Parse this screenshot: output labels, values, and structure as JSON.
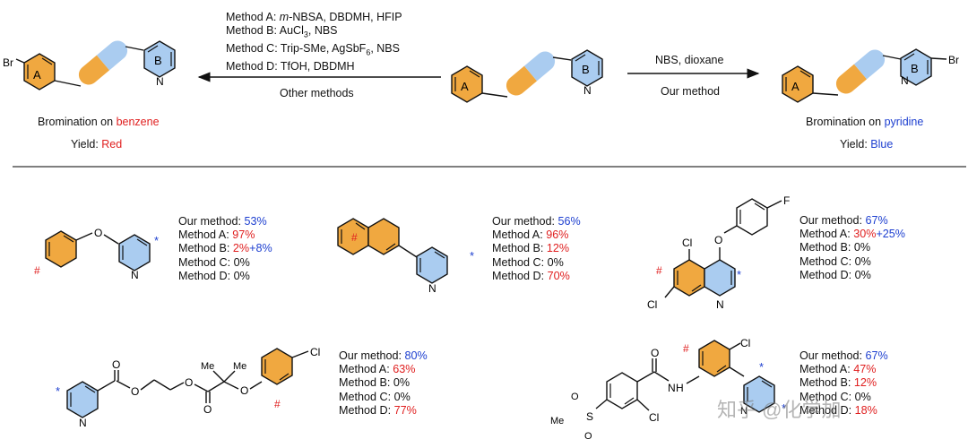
{
  "scheme": {
    "left_conditions": [
      {
        "prefix": "Method A: ",
        "italic": "m",
        "rest": "-NBSA, DBDMH, HFIP"
      },
      {
        "prefix": "Method B: AuCl",
        "sub": "3",
        "rest": ", NBS"
      },
      {
        "prefix": "Method C: Trip-SMe, AgSbF",
        "sub": "6",
        "rest": ", NBS"
      },
      {
        "prefix": "Method D: TfOH, DBDMH"
      }
    ],
    "left_arrow_label": "Other methods",
    "right_arrow_top": "NBS, dioxane",
    "right_arrow_bottom": "Our method",
    "left_caption_prefix": "Bromination on ",
    "left_caption_highlight": "benzene",
    "left_yield_prefix": "Yield: ",
    "left_yield_highlight": "Red",
    "right_caption_prefix": "Bromination on ",
    "right_caption_highlight": "pyridine",
    "right_yield_prefix": "Yield: ",
    "right_yield_highlight": "Blue",
    "ring_a": "A",
    "ring_b": "B",
    "br": "Br",
    "n": "N"
  },
  "colors": {
    "orange": "#f0a840",
    "blue_light": "#aaccf0",
    "red": "#e02020",
    "blue": "#1d3fd0"
  },
  "atoms": {
    "O": "O",
    "N": "N",
    "Cl": "Cl",
    "F": "F",
    "S": "S",
    "H": "H",
    "Me": "Me",
    "hash": "#",
    "star": "*"
  },
  "results": [
    {
      "lines": [
        {
          "label": "Our method: ",
          "value": "53%",
          "color": "blue"
        },
        {
          "label": "Method A: ",
          "value": "97%",
          "color": "red"
        },
        {
          "label": "Method B: ",
          "value": "2%",
          "color": "red",
          "extra": "+8%",
          "extra_color": "blue"
        },
        {
          "label": "Method C: ",
          "value": "0%",
          "color": "none"
        },
        {
          "label": "Method D: ",
          "value": "0%",
          "color": "none"
        }
      ]
    },
    {
      "lines": [
        {
          "label": "Our method: ",
          "value": "56%",
          "color": "blue"
        },
        {
          "label": "Method A: ",
          "value": "96%",
          "color": "red"
        },
        {
          "label": "Method B: ",
          "value": "12%",
          "color": "red"
        },
        {
          "label": "Method C: ",
          "value": "0%",
          "color": "none"
        },
        {
          "label": "Method D: ",
          "value": "70%",
          "color": "red"
        }
      ]
    },
    {
      "lines": [
        {
          "label": "Our method: ",
          "value": "67%",
          "color": "blue"
        },
        {
          "label": "Method A: ",
          "value": "30%",
          "color": "red",
          "extra": "+25%",
          "extra_color": "blue"
        },
        {
          "label": "Method B: ",
          "value": "0%",
          "color": "none"
        },
        {
          "label": "Method C: ",
          "value": "0%",
          "color": "none"
        },
        {
          "label": "Method D: ",
          "value": "0%",
          "color": "none"
        }
      ]
    },
    {
      "lines": [
        {
          "label": "Our method: ",
          "value": "80%",
          "color": "blue"
        },
        {
          "label": "Method A: ",
          "value": "63%",
          "color": "red"
        },
        {
          "label": "Method B: ",
          "value": "0%",
          "color": "none"
        },
        {
          "label": "Method C: ",
          "value": "0%",
          "color": "none"
        },
        {
          "label": "Method D: ",
          "value": "77%",
          "color": "red"
        }
      ]
    },
    {
      "lines": [
        {
          "label": "Our method: ",
          "value": "67%",
          "color": "blue"
        },
        {
          "label": "Method A: ",
          "value": "47%",
          "color": "red"
        },
        {
          "label": "Method B: ",
          "value": "12%",
          "color": "red"
        },
        {
          "label": "Method C: ",
          "value": "0%",
          "color": "none"
        },
        {
          "label": "Method D: ",
          "value": "18%",
          "color": "red"
        }
      ]
    }
  ],
  "watermark": "知乎 @化学加"
}
